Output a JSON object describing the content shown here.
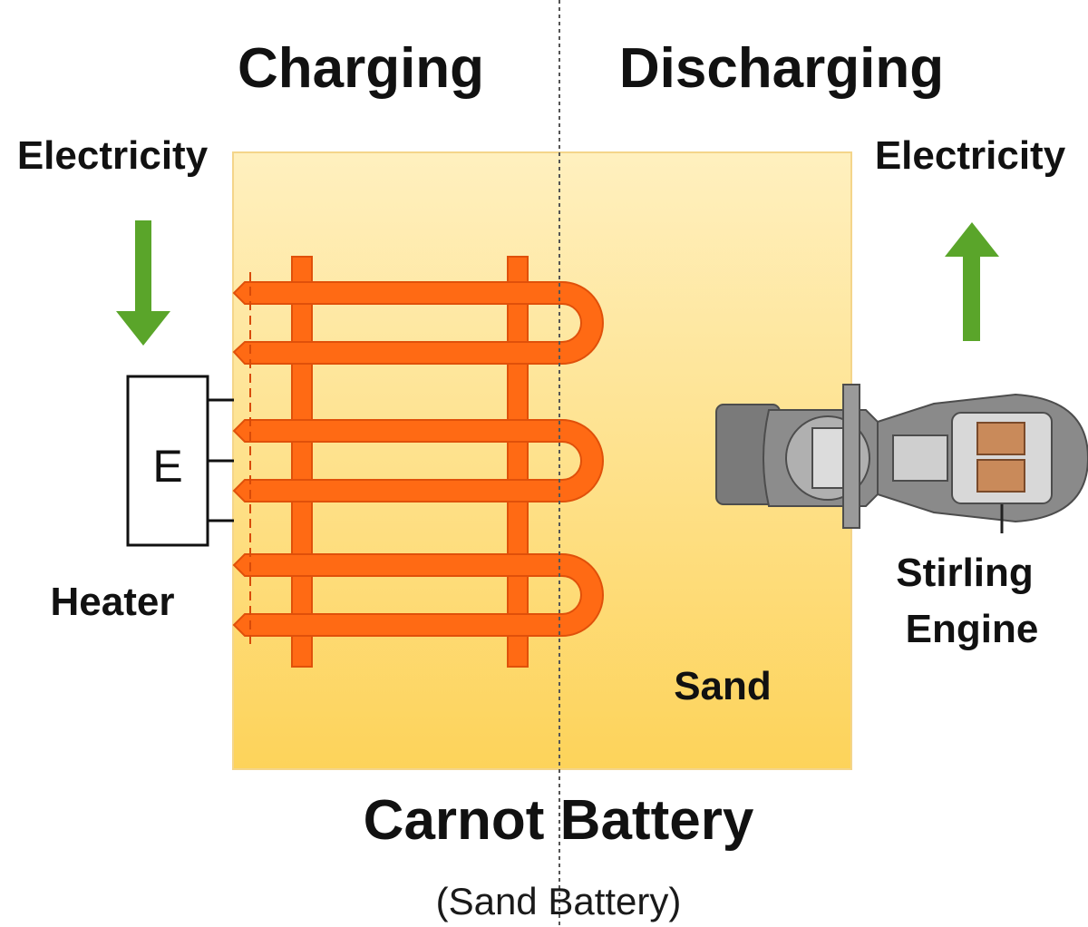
{
  "labels": {
    "charging": "Charging",
    "discharging": "Discharging",
    "electricity_in": "Electricity",
    "electricity_out": "Electricity",
    "heater_symbol": "E",
    "heater": "Heater",
    "stirling_line1": "Stirling",
    "stirling_line2": "Engine",
    "sand": "Sand",
    "title": "Carnot Battery",
    "subtitle": "(Sand Battery)"
  },
  "icons": {
    "arrow_in": "arrow-down-icon",
    "arrow_out": "arrow-up-icon"
  },
  "colors": {
    "sand_top": "#fff0bf",
    "sand_bottom": "#fdd35a",
    "pipe": "#ff6a14",
    "pipe_dark": "#e0500a",
    "arrow": "#5aa52a",
    "engine": "#7a7a7a",
    "engine_core": "#c98a5a"
  }
}
